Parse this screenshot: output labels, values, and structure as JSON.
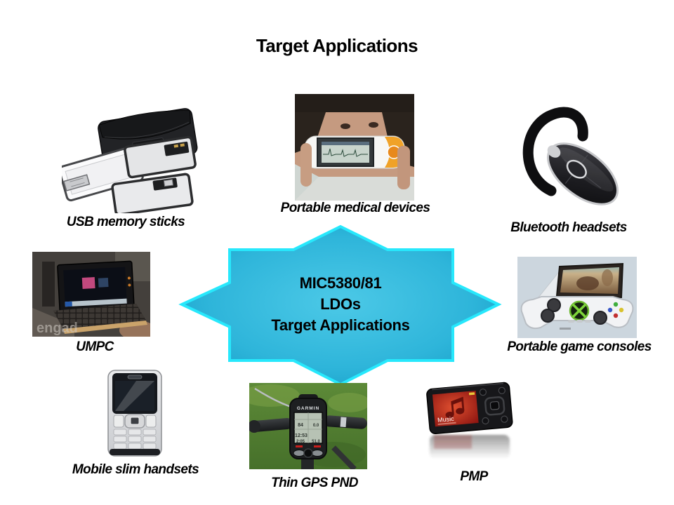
{
  "slide": {
    "title": "Target Applications",
    "background_color": "#ffffff"
  },
  "center_star": {
    "line1": "MIC5380/81",
    "line2": "LDOs",
    "line3": "Target Applications",
    "fill_center": "#4cc9e7",
    "fill_edge": "#0b94bf",
    "border_color": "#27e8fc",
    "text_color": "#000000"
  },
  "items": {
    "usb": {
      "label": "USB memory sticks"
    },
    "medical": {
      "label": "Portable medical devices",
      "accent_color": "#f0a228"
    },
    "bluetooth": {
      "label": "Bluetooth headsets"
    },
    "umpc": {
      "label": "UMPC",
      "watermark": "engad"
    },
    "game": {
      "label": "Portable game consoles"
    },
    "handset": {
      "label": "Mobile slim handsets"
    },
    "gps": {
      "label": "Thin GPS PND",
      "device_brand": "GARMIN",
      "screen_values": [
        "84",
        "12:53",
        "0.0",
        "2:05",
        "51.0"
      ]
    },
    "pmp": {
      "label": "PMP",
      "screen_title": "Music"
    }
  }
}
